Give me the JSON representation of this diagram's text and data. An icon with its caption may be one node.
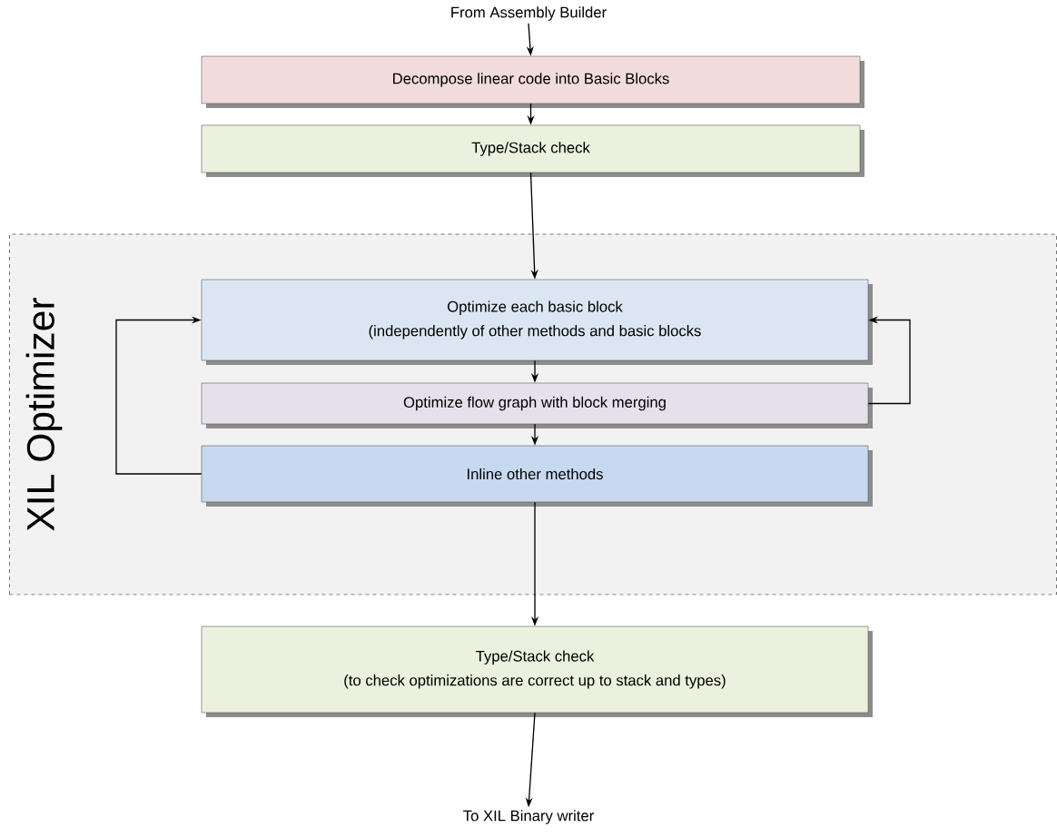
{
  "diagram": {
    "nodes": [
      {
        "text": [
          "From Assembly Builder"
        ]
      },
      {
        "text": [
          "Decompose linear code into Basic Blocks"
        ]
      },
      {
        "text": [
          "Type/Stack check"
        ]
      },
      {
        "text": [
          "XIL Optimizer"
        ]
      },
      {
        "text": [
          "Optimize each basic block",
          "(independently of other methods and basic blocks"
        ],
        "in": 3
      },
      {
        "text": [
          "Optimize flow graph with block merging"
        ],
        "in": 3
      },
      {
        "text": [
          "Inline other methods"
        ],
        "in": 3
      },
      {
        "text": [
          "Type/Stack check",
          "(to check optimizations are correct up to stack and types)"
        ]
      },
      {
        "text": [
          "To XIL Binary writer"
        ]
      }
    ],
    "edges": [
      {
        "from": 0,
        "to": 1,
        "arrow": "to"
      },
      {
        "from": 1,
        "to": 2,
        "arrow": "to"
      },
      {
        "from": 2,
        "to": 4,
        "arrow": "to"
      },
      {
        "from": 4,
        "to": 5,
        "arrow": "to"
      },
      {
        "from": 5,
        "to": 4,
        "arrow": "to"
      },
      {
        "from": 5,
        "to": 6,
        "arrow": "to"
      },
      {
        "from": 6,
        "to": 4,
        "arrow": "to"
      },
      {
        "from": 6,
        "to": 7,
        "arrow": "to"
      },
      {
        "from": 7,
        "to": 8,
        "arrow": "to"
      }
    ]
  }
}
